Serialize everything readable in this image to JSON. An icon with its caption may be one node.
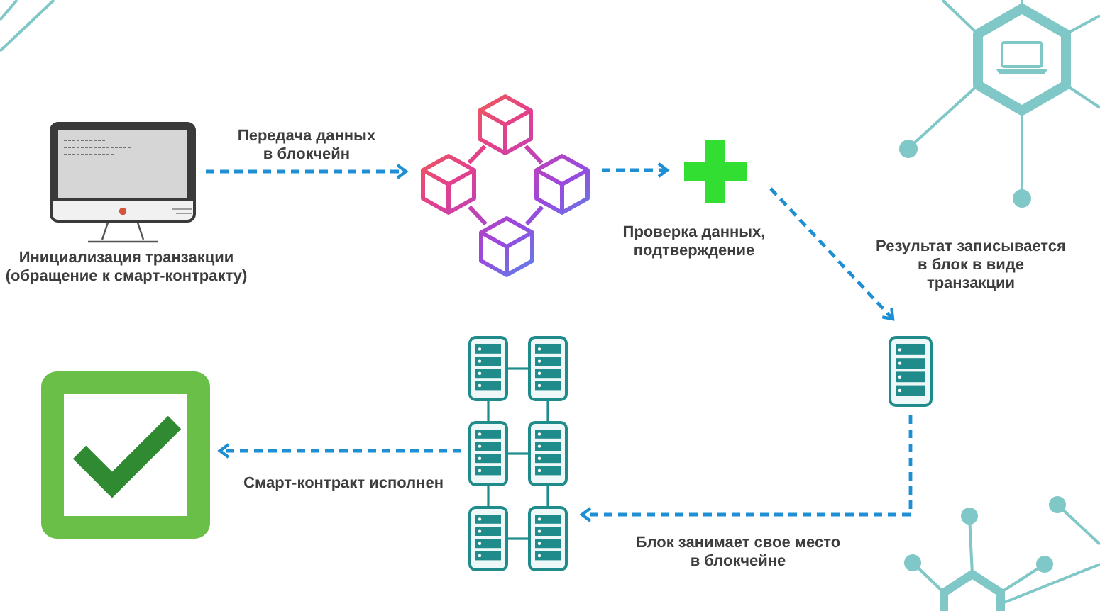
{
  "diagram": {
    "nodes": [
      {
        "text": [],
        "shape": "picture",
        "beside": [
          "Инициализация транзакции (обращение к смарт-контракту)"
        ]
      },
      {
        "text": [],
        "shape": "picture"
      },
      {
        "text": [],
        "shape": "picture",
        "beside": [
          "Проверка данных, подтверждение"
        ]
      },
      {
        "text": [],
        "shape": "picture",
        "beside": [
          "Результат записывается в блок в виде транзакции"
        ]
      },
      {
        "text": [],
        "shape": "picture"
      },
      {
        "text": [],
        "shape": "picture"
      }
    ],
    "edges": [
      {
        "from": 0,
        "to": 1,
        "arrow": "to",
        "label": "Передача данных в блокчейн",
        "style": "dashed"
      },
      {
        "from": 1,
        "to": 2,
        "arrow": "to",
        "style": "dashed"
      },
      {
        "from": 2,
        "to": 3,
        "arrow": "to",
        "style": "dashed"
      },
      {
        "from": 3,
        "to": 4,
        "arrow": "to",
        "label": "Блок занимает свое место в блокчейне",
        "style": "dashed"
      },
      {
        "from": 4,
        "to": 5,
        "arrow": "to",
        "label": "Смарт-контракт исполнен",
        "style": "dashed"
      }
    ]
  }
}
